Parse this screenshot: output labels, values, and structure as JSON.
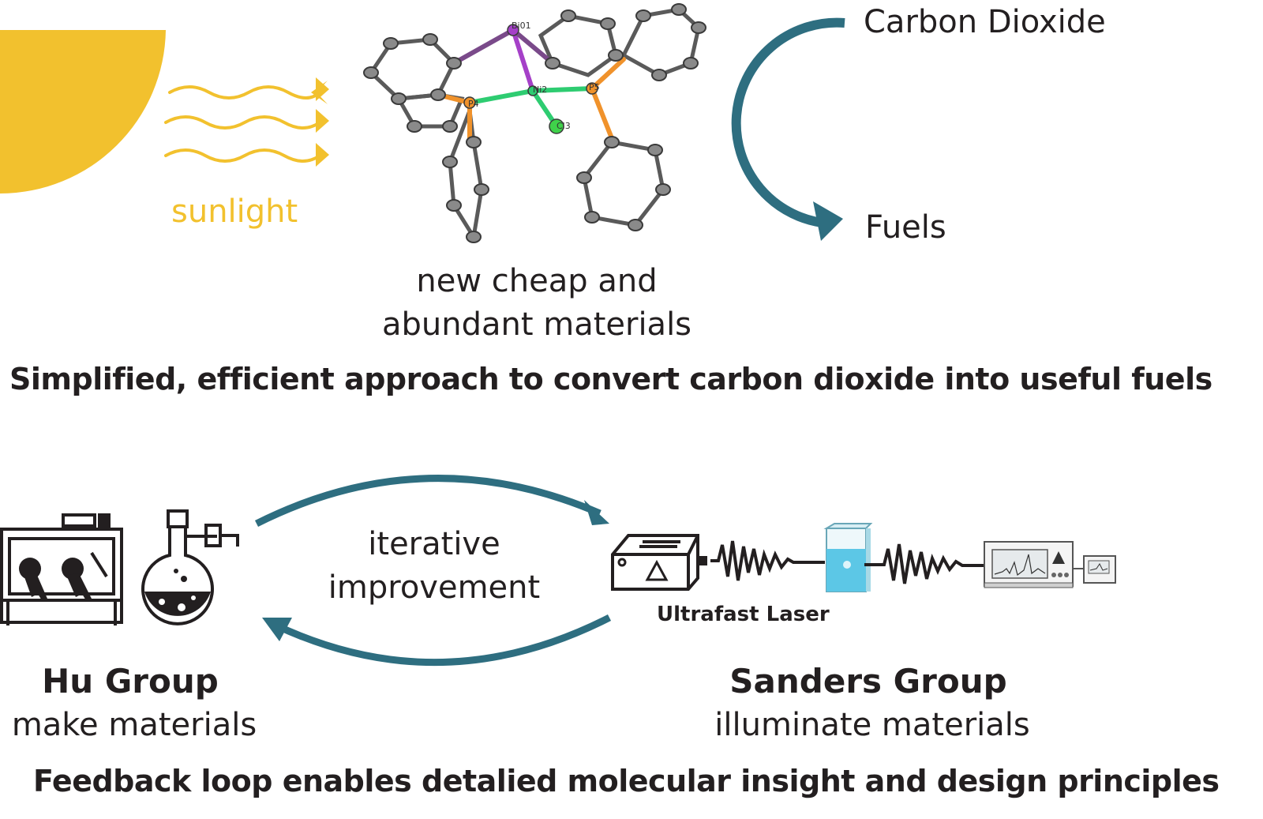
{
  "colors": {
    "sun": "#f2c12e",
    "arrow_teal": "#2e6e80",
    "text": "#231f20",
    "atom_gray": "#8a8a8a",
    "phosphorus": "#f0922b",
    "nickel": "#2ecc71",
    "chlorine": "#3fd24a",
    "bismuth": "#a540c8",
    "liquid": "#5cc7e6"
  },
  "top": {
    "sunlight_label": "sunlight",
    "molecule": {
      "atom_labels": [
        "Bi01",
        "Ni2",
        "P4",
        "P5",
        "Cl3"
      ],
      "caption_line1": "new cheap and",
      "caption_line2": "abundant materials"
    },
    "cycle": {
      "from": "Carbon Dioxide",
      "to": "Fuels"
    },
    "headline": "Simplified, efficient approach to convert carbon dioxide into useful fuels"
  },
  "bottom": {
    "loop_label_line1": "iterative",
    "loop_label_line2": "improvement",
    "laser_label": "Ultrafast Laser",
    "hu_group": {
      "name": "Hu Group",
      "role": "make materials"
    },
    "sanders_group": {
      "name": "Sanders Group",
      "role": "illuminate materials"
    },
    "headline": "Feedback loop enables detalied molecular insight and design principles"
  },
  "icons": [
    "sun-icon",
    "wave-arrow-icon",
    "glovebox-icon",
    "schlenk-flask-icon",
    "laser-box-icon",
    "cuvette-icon",
    "spectrometer-icon",
    "cycle-arrow-icon"
  ]
}
